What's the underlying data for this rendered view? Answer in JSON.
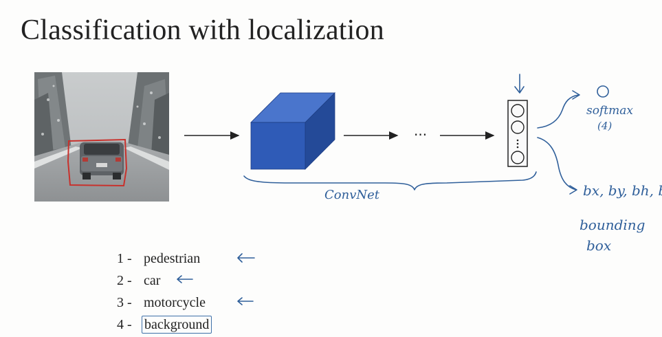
{
  "slide": {
    "title": "Classification with localization"
  },
  "image": {
    "bounding_box_color": "#c8312c"
  },
  "network": {
    "dots": "···",
    "brace_label": "ConvNet"
  },
  "outputs": {
    "softmax_label": "softmax",
    "softmax_count": "(4)",
    "bbox_params": "bx, by, bh, bw",
    "bbox_label_line1": "bounding",
    "bbox_label_line2": "box"
  },
  "classes": [
    {
      "num": "1 -",
      "label": "pedestrian",
      "marked": true,
      "boxed": false
    },
    {
      "num": "2 -",
      "label": "car",
      "marked": true,
      "boxed": false
    },
    {
      "num": "3 -",
      "label": "motorcycle",
      "marked": true,
      "boxed": false
    },
    {
      "num": "4 -",
      "label": "background",
      "marked": false,
      "boxed": true
    }
  ],
  "colors": {
    "ink": "#2f5f9a",
    "cube_front": "#2f5bb7",
    "cube_top": "#4a75cc",
    "cube_side": "#244a98"
  }
}
